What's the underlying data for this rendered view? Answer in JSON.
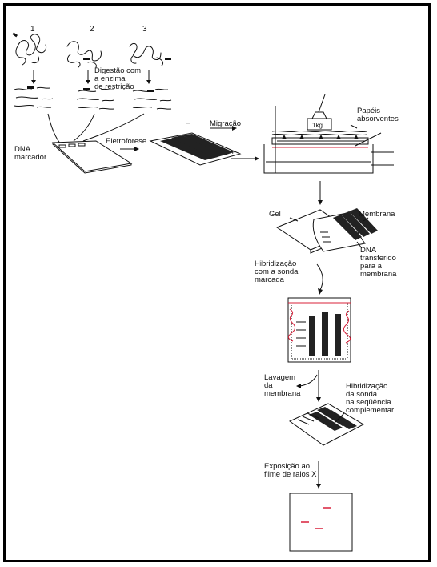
{
  "samples": [
    "1",
    "2",
    "3"
  ],
  "labels": {
    "digestion": "Digestão com\na enzima\nde restrição",
    "dna_marker": "DNA\nmarcador",
    "electrophoresis": "Eletroforese",
    "migration": "Migração",
    "minus": "−",
    "plus": "+",
    "weight": "1kg",
    "absorbent_papers": "Papéis\nabsorventes",
    "gel": "Gel",
    "membrane": "Membrana",
    "dna_transferred": "DNA\ntransferido\npara a\nmembrana",
    "hybridization_probe": "Hibridização\ncom a sonda\nmarcada",
    "washing": "Lavagem\nda\nmembrana",
    "hybridization_complementary": "Hibridização\nda sonda\nna seqüência\ncomplementar",
    "exposure": "Exposição ao\nfilme de raios X"
  },
  "colors": {
    "ink": "#111111",
    "band": "#333333",
    "signal": "#d8203a",
    "border": "#000000"
  }
}
